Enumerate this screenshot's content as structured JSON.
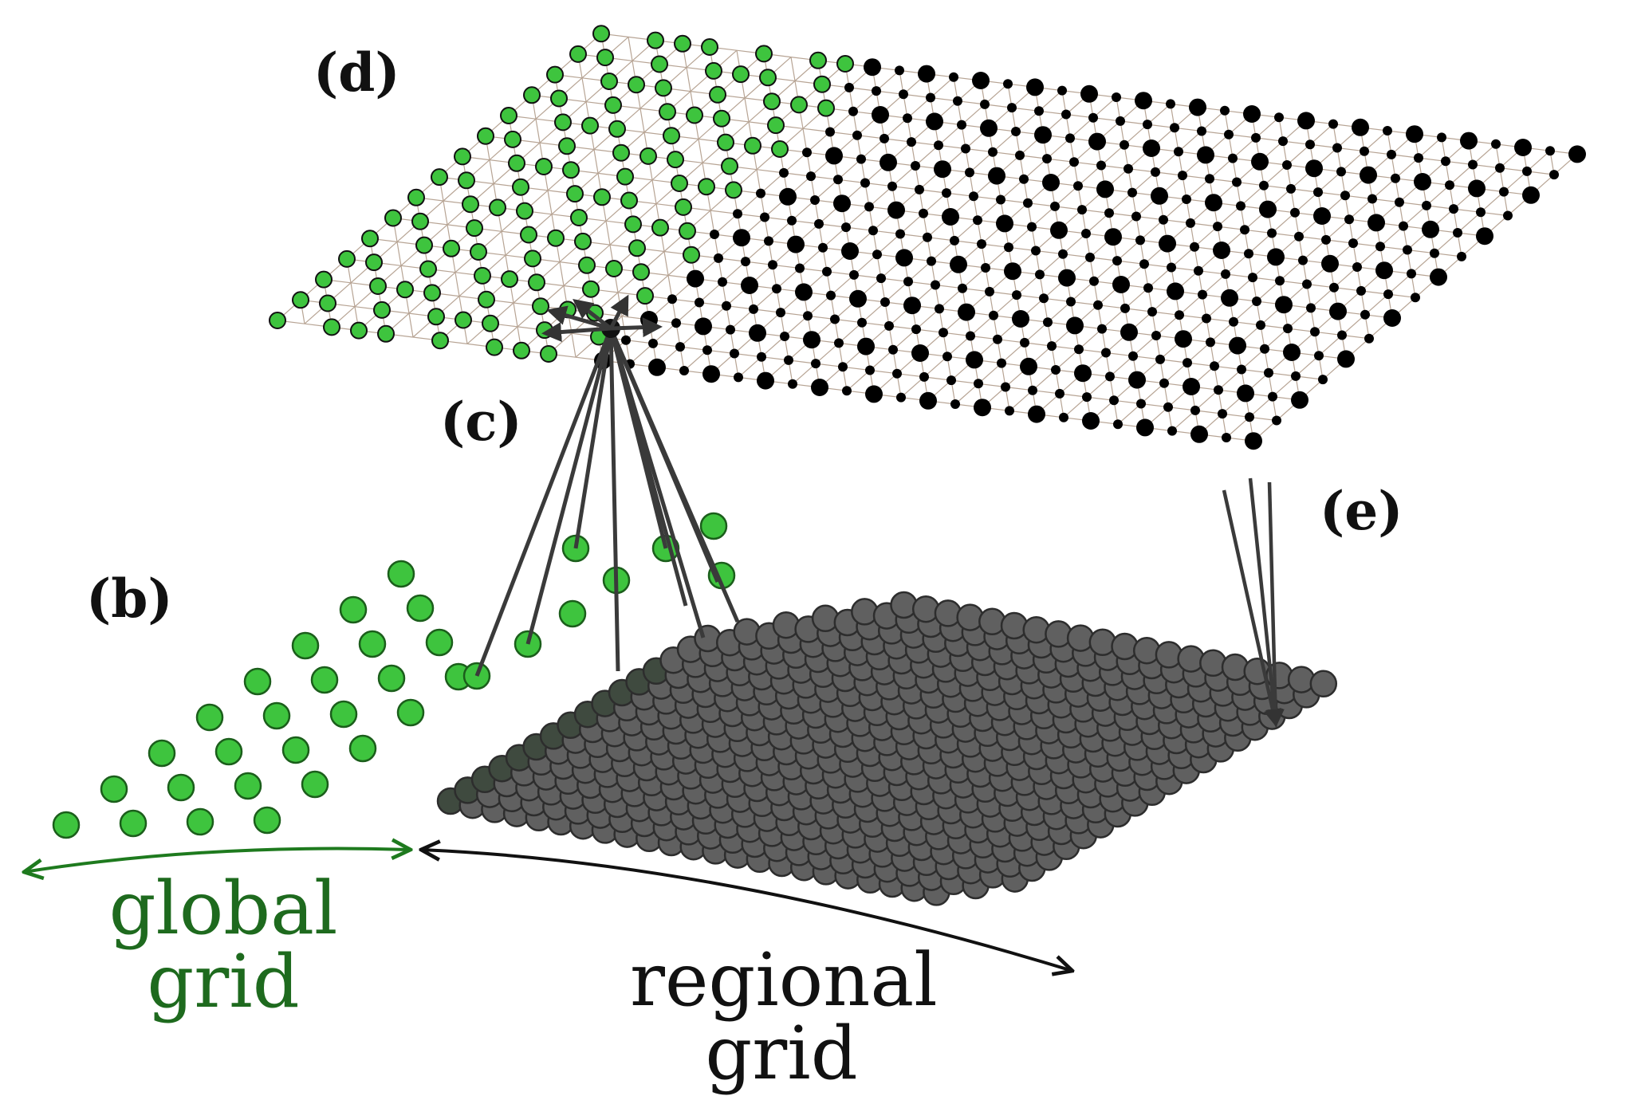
{
  "labels": {
    "b": "(b)",
    "c": "(c)",
    "d": "(d)",
    "e": "(e)",
    "global_line1": "global",
    "global_line2": "grid",
    "regional_line1": "regional",
    "regional_line2": "grid"
  },
  "colors": {
    "global_node": "#3ec43e",
    "global_node_stroke": "#1b5e1b",
    "regional_node": "#606060",
    "regional_node_stroke": "#2d2d2d",
    "mesh_node": "#000000",
    "mesh_edge": "#b7a494",
    "connection_line": "#3a3a3a",
    "global_text": "#1e6a1e",
    "regional_text": "#111111",
    "global_arrow": "#1e7a1e",
    "regional_arrow": "#111111"
  },
  "icons": {
    "global_extent": "double-headed-arrow",
    "regional_extent": "double-headed-arrow"
  }
}
